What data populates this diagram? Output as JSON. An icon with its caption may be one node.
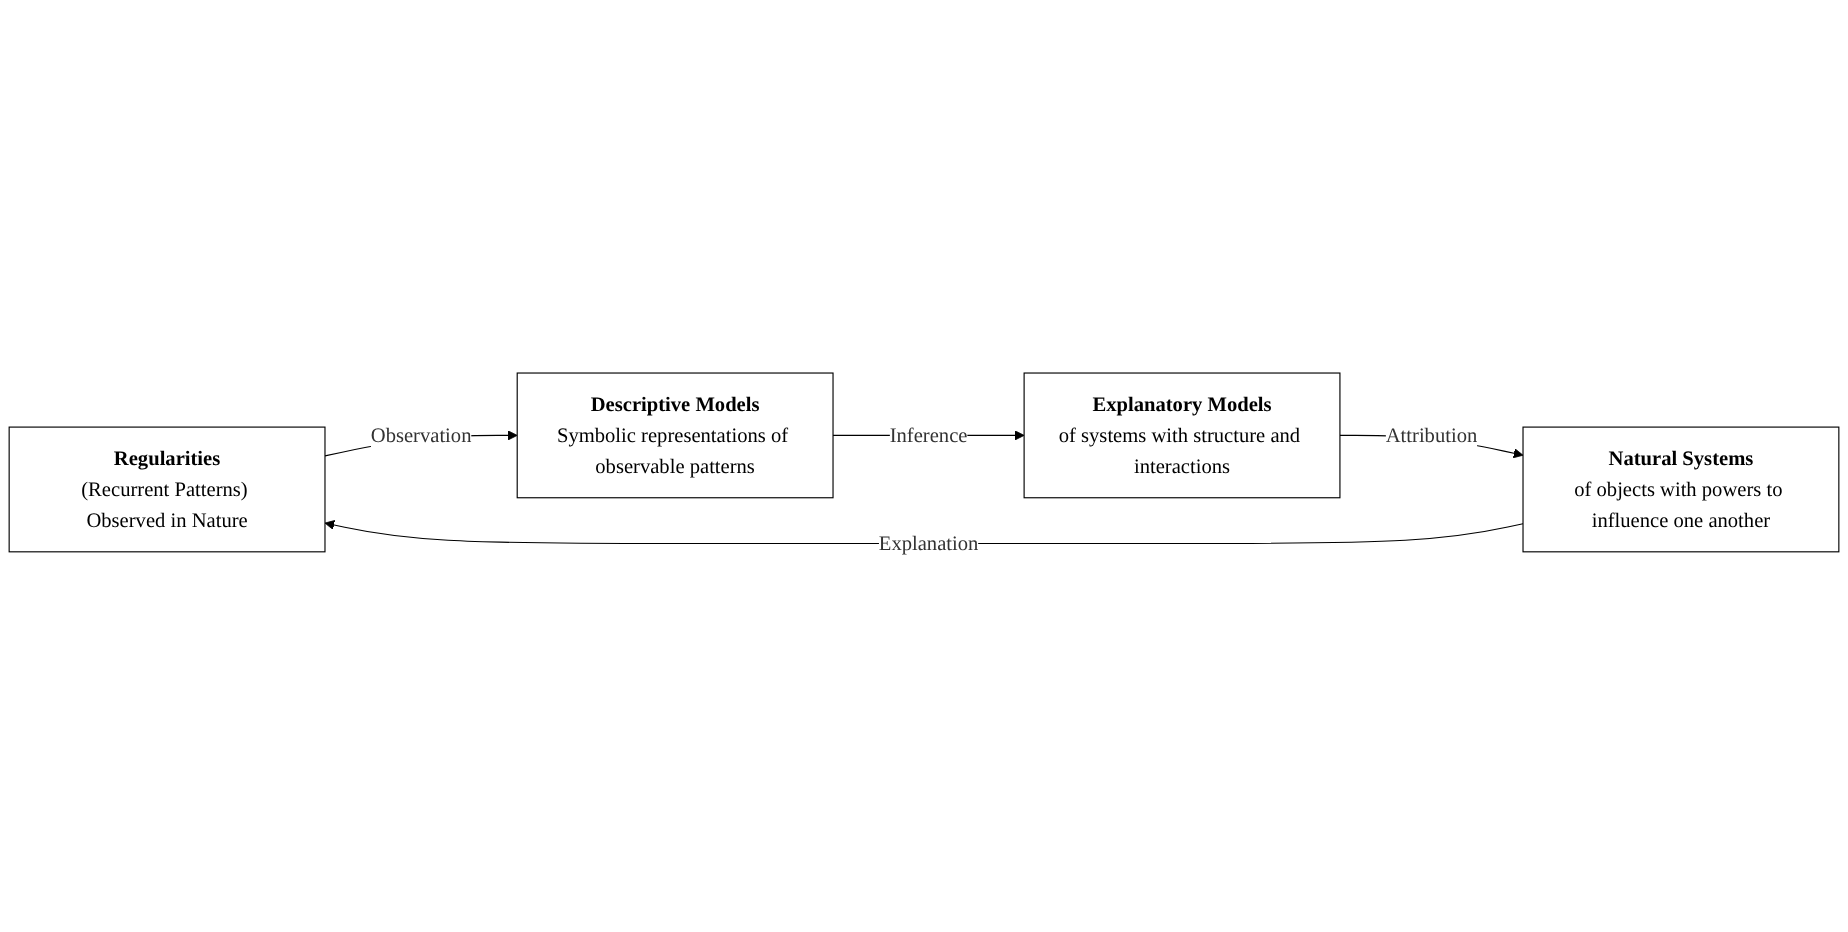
{
  "diagram": {
    "nodes": [
      {
        "text": [
          "Regularities",
          "(Recurrent Patterns) Observed in Nature"
        ]
      },
      {
        "text": [
          "Descriptive Models",
          "Symbolic representations of observable patterns"
        ]
      },
      {
        "text": [
          "Natural Systems",
          "of objects with powers to influence one another"
        ]
      },
      {
        "text": [
          "Explanatory Models",
          "of systems with structure and interactions"
        ]
      }
    ],
    "edges": [
      {
        "from": 0,
        "to": 1,
        "arrow": "to",
        "label": "Observation"
      },
      {
        "from": 1,
        "to": 3,
        "arrow": "to",
        "label": "Inference"
      },
      {
        "from": 3,
        "to": 2,
        "arrow": "to",
        "label": "Attribution"
      },
      {
        "from": 2,
        "to": 0,
        "arrow": "to",
        "label": "Explanation"
      }
    ]
  }
}
